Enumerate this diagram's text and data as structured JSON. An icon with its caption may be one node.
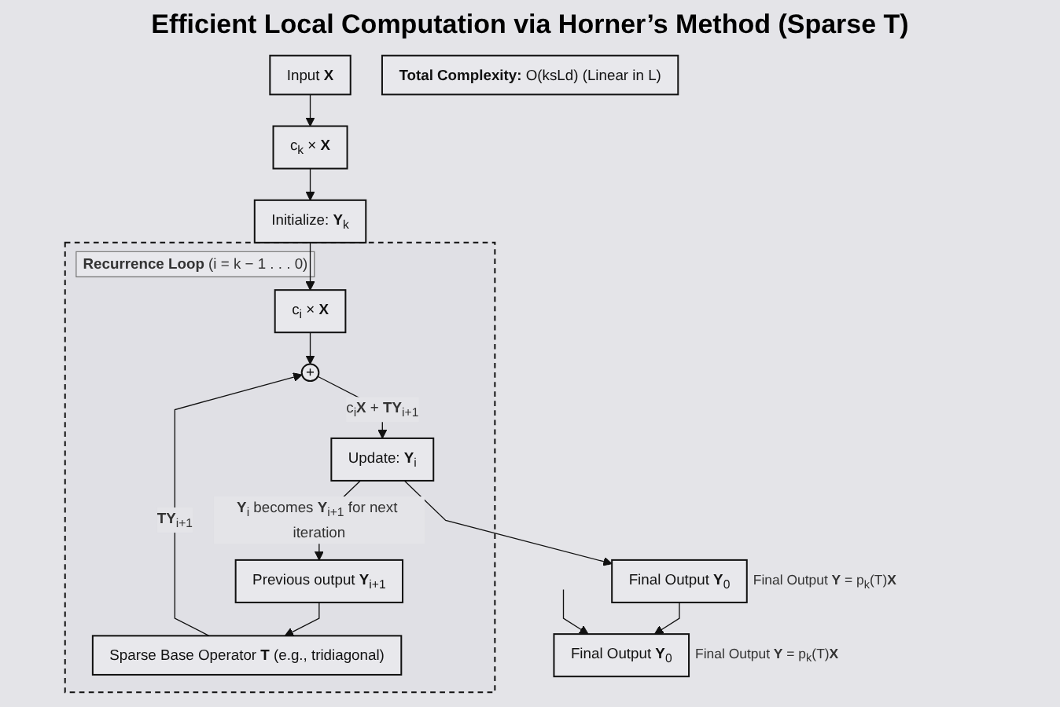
{
  "diagram": {
    "title": "Efficient Local Computation via Horner’s Method (Sparse T)",
    "nodes": [
      {
        "text": [
          "Input **X**"
        ]
      },
      {
        "text": [
          "c$_{k}$ × **X**"
        ]
      },
      {
        "text": [
          "Initialize: **Y**$_{k}$"
        ]
      },
      {
        "text": [
          "**Recurrence Loop** (i = k − 1 . . . 0)"
        ]
      },
      {
        "text": [
          "c$_{i}$ × **X**"
        ],
        "in": 3
      },
      {
        "text": [
          "Previous output **Y**$_{i+1}$"
        ],
        "in": 3
      },
      {
        "text": [
          "Sparse Base Operator **T** (e.g., tridiagonal)"
        ],
        "in": 3
      },
      {
        "text": [
          "+"
        ],
        "in": 3
      },
      {
        "text": [
          "Update: **Y**$_{i}$"
        ],
        "in": 3
      },
      {
        "text": [
          "**Total Complexity:** O(ksLd) (Linear in L)"
        ]
      },
      {
        "text": [
          "Final Output **Y**$_{0}$"
        ],
        "beside": [
          "Final Output **Y** = p$_{k}$(T)**X**"
        ]
      },
      {
        "text": [
          "Final Output **Y**$_{0}$"
        ],
        "beside": [
          "Final Output **Y** = p$_{k}$(T)**X**"
        ]
      }
    ],
    "edges": [
      {
        "from": 0,
        "to": 1,
        "arrow": "to"
      },
      {
        "from": 1,
        "to": 2,
        "arrow": "to"
      },
      {
        "from": 2,
        "to": 4,
        "arrow": "to"
      },
      {
        "from": 4,
        "to": 7,
        "arrow": "to"
      },
      {
        "from": 5,
        "to": 6,
        "arrow": "to"
      },
      {
        "from": 6,
        "to": 7,
        "arrow": "to",
        "label": "**TY**$_{i+1}$"
      },
      {
        "from": 7,
        "to": 8,
        "arrow": "to",
        "label": "c$_{i}$**X** + **TY**$_{i+1}$"
      },
      {
        "from": 8,
        "to": 5,
        "arrow": "to",
        "label": "**Y**$_{i}$ becomes **Y**$_{i+1}$ for next iteration"
      },
      {
        "from": 8,
        "to": 10,
        "arrow": "to"
      },
      {
        "from": 10,
        "to": 11,
        "arrow": "to"
      },
      {
        "from": null,
        "to": 11,
        "arrow": "to"
      }
    ]
  }
}
